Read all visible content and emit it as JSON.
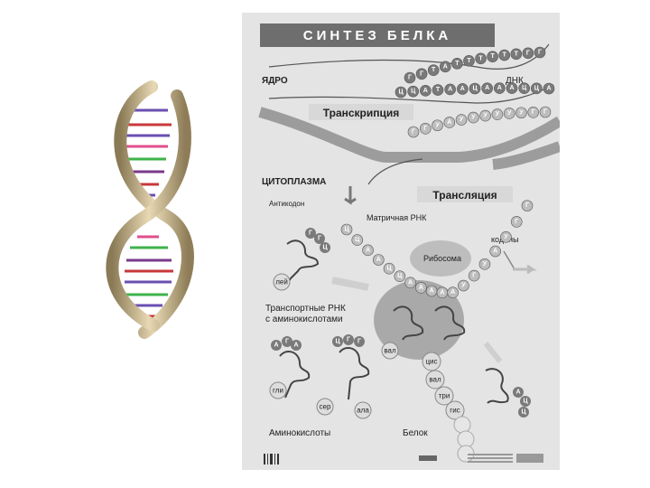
{
  "title": "СИНТЕЗ БЕЛКА",
  "labels": {
    "nucleus": "ЯДРО",
    "dna": "ДНК",
    "transcription": "Транскрипция",
    "cytoplasm": "ЦИТОПЛАЗМА",
    "translation": "Трансляция",
    "anticodon": "Антикодон",
    "mrna": "Матричная РНК",
    "codons": "кодоны",
    "ribosome": "Рибосома",
    "trna_line1": "Транспортные РНК",
    "trna_line2": "с аминокислотами",
    "amino_acids": "Аминокислоты",
    "protein": "Белок"
  },
  "dna_top_strand": [
    "Г",
    "Г",
    "Т",
    "А",
    "Т",
    "Т",
    "Т",
    "Т",
    "Т",
    "Т",
    "Г",
    "Г"
  ],
  "dna_bottom_strand": [
    "Ц",
    "Ц",
    "А",
    "Т",
    "А",
    "А",
    "Ц",
    "А",
    "А",
    "А",
    "Ц",
    "Ц",
    "А"
  ],
  "mrna_nucleus": [
    "Г",
    "Г",
    "У",
    "А",
    "У",
    "У",
    "У",
    "У",
    "У",
    "У",
    "Г",
    "Г"
  ],
  "mrna_cyto": [
    "Ц",
    "Ц",
    "А",
    "А",
    "Ц",
    "Ц",
    "А",
    "А",
    "А",
    "А",
    "А",
    "У",
    "Г",
    "У",
    "А",
    "У",
    "Г",
    "Г"
  ],
  "anticodon_main": [
    "Г",
    "Г",
    "Ц"
  ],
  "amino": {
    "ley": "лей",
    "gli": "гли",
    "ser": "сер",
    "ala": "ала",
    "val": "вал"
  },
  "protein_chain": [
    "цис",
    "вал",
    "три",
    "гис"
  ],
  "trna_free1": [
    "А",
    "Г",
    "А"
  ],
  "trna_free2": [
    "Ц",
    "Г",
    "Г"
  ],
  "trna_exit": [
    "А",
    "Ц",
    "Ц"
  ],
  "colors": {
    "poster_bg": "#e4e4e4",
    "bead_dark": "#7a7a7a",
    "bead_light": "#bdbdbd",
    "ribosome": "#a9a9a9",
    "nucleus_band": "#9c9c9c",
    "dna_gold": "#c8b48a"
  }
}
